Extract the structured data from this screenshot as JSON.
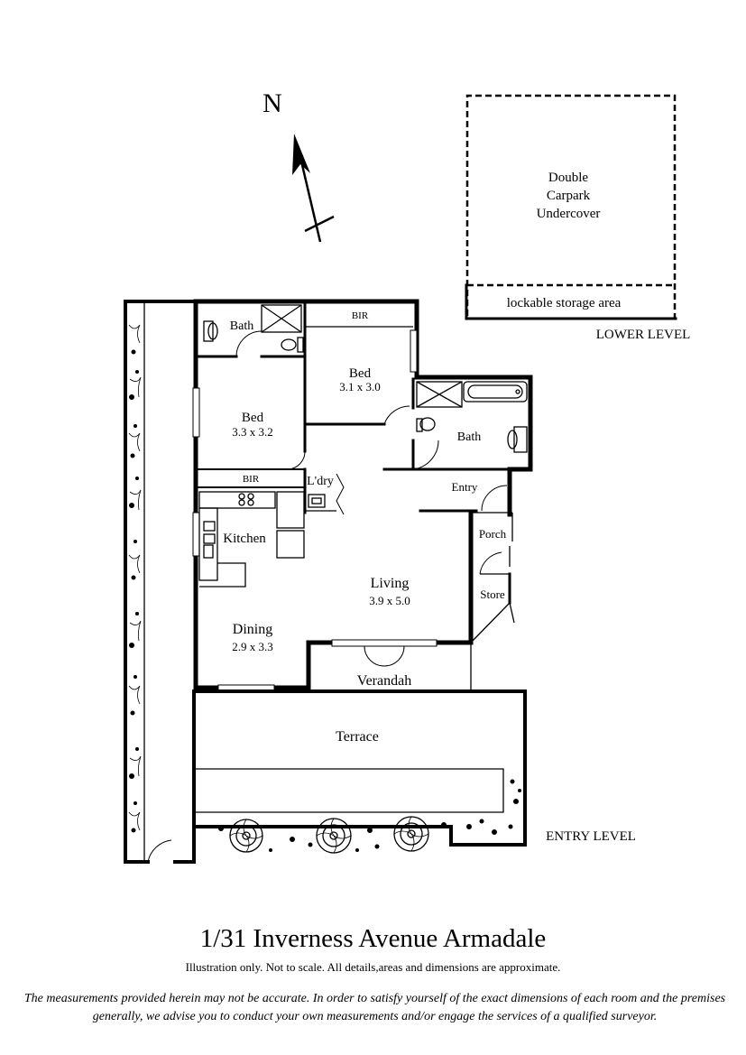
{
  "compass": {
    "label": "N"
  },
  "levels": {
    "lower": "LOWER LEVEL",
    "entry": "ENTRY LEVEL"
  },
  "carpark": {
    "line1": "Double",
    "line2": "Carpark",
    "line3": "Undercover",
    "storage": "lockable storage area"
  },
  "rooms": {
    "bath1": "Bath",
    "bir1": "BIR",
    "bed1": {
      "name": "Bed",
      "size": "3.1 x 3.0"
    },
    "bed2": {
      "name": "Bed",
      "size": "3.3 x 3.2"
    },
    "bath2": "Bath",
    "bir2": "BIR",
    "laundry": "L'dry",
    "entry": "Entry",
    "kitchen": "Kitchen",
    "porch": "Porch",
    "store": "Store",
    "living": {
      "name": "Living",
      "size": "3.9 x 5.0"
    },
    "dining": {
      "name": "Dining",
      "size": "2.9 x 3.3"
    },
    "verandah": "Verandah",
    "terrace": "Terrace"
  },
  "address": "1/31 Inverness Avenue Armadale",
  "illustration_note": "Illustration only. Not to scale. All details,areas and dimensions are approximate.",
  "disclaimer": "The measurements provided herein may not be accurate. In order to satisfy yourself of the exact dimensions of each room and the premises generally, we advise you to conduct your own measurements and/or engage the services of a qualified surveyor."
}
